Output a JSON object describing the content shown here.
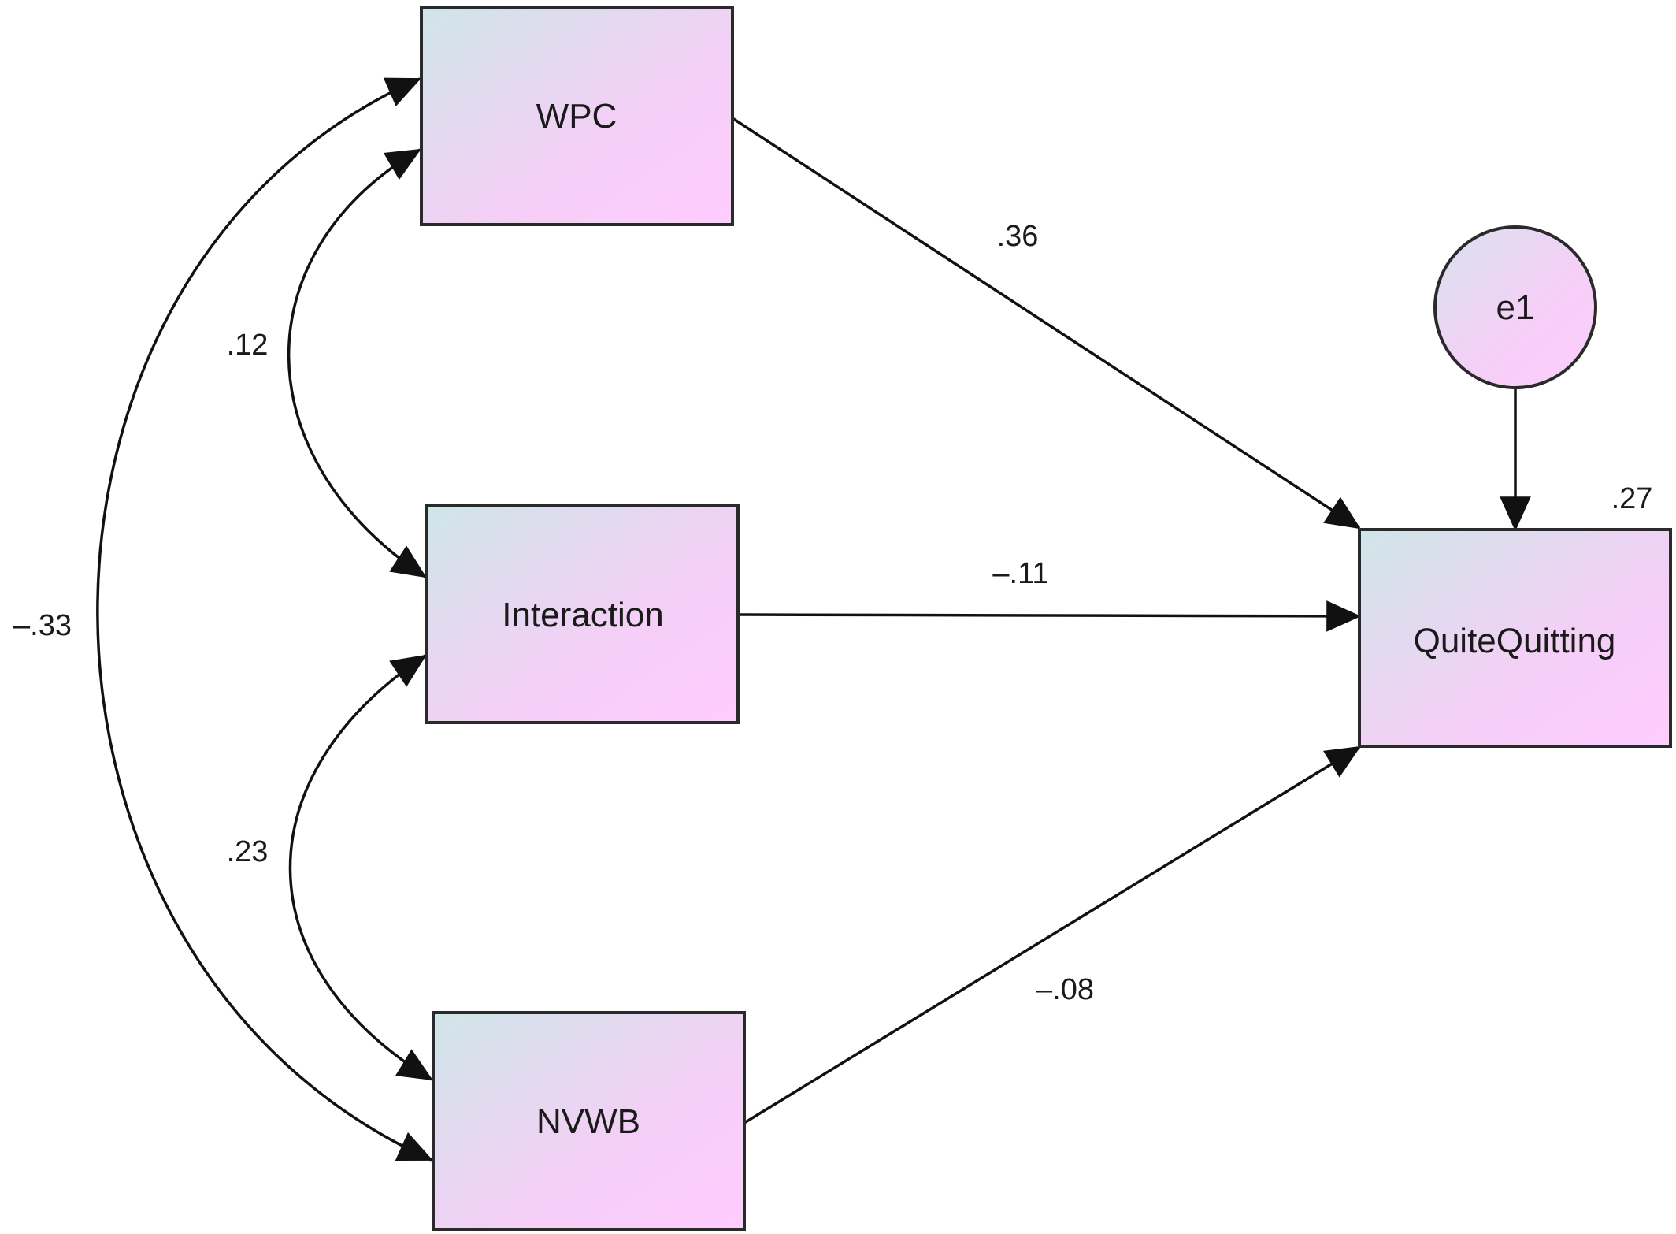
{
  "nodes": {
    "wpc": {
      "label": "WPC"
    },
    "interaction": {
      "label": "Interaction"
    },
    "nvwb": {
      "label": "NVWB"
    },
    "quite_quitting": {
      "label": "QuiteQuitting"
    },
    "e1": {
      "label": "e1"
    }
  },
  "paths": {
    "wpc_to_qq": ".36",
    "interaction_to_qq": "–.11",
    "nvwb_to_qq": "–.08"
  },
  "covariances": {
    "wpc_interaction": ".12",
    "interaction_nvwb": ".23",
    "wpc_nvwb": "–.33"
  },
  "r_squared": {
    "quite_quitting": ".27"
  },
  "colors": {
    "box_gradient_start": "#cfe6e8",
    "box_gradient_end": "#ffccff",
    "line": "#111111"
  }
}
